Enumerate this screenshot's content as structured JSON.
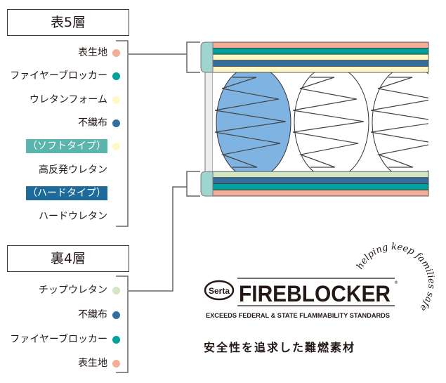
{
  "top": {
    "title": "表5層",
    "items": [
      {
        "label": "表生地",
        "color": "#f2ae96"
      },
      {
        "label": "ファイヤーブロッカー",
        "color": "#00a19a"
      },
      {
        "label": "ウレタンフォーム",
        "color": "#fff8c5"
      },
      {
        "label": "不織布",
        "color": "#336e9f"
      },
      {
        "label": "（ソフトタイプ）",
        "color": "#fff8c5",
        "tag_color": "#5bb5ad"
      },
      {
        "label": "高反発ウレタン"
      },
      {
        "label": "（ハードタイプ）",
        "tag_color": "#1e6a9a"
      },
      {
        "label": "ハードウレタン"
      }
    ]
  },
  "bottom": {
    "title": "裏4層",
    "items": [
      {
        "label": "チップウレタン",
        "color": "#d4e6c4"
      },
      {
        "label": "不織布",
        "color": "#336e9f"
      },
      {
        "label": "ファイヤーブロッカー",
        "color": "#00a19a"
      },
      {
        "label": "表生地",
        "color": "#f2ae96"
      }
    ]
  },
  "logo": {
    "brand": "Serta",
    "name": "FIREBLOCKER",
    "registered": "®",
    "tagline": "EXCEEDS FEDERAL & STATE FLAMMABILITY STANDARDS",
    "slogan": "helping keep families safe"
  },
  "caption": "安全性を追求した難燃素材"
}
